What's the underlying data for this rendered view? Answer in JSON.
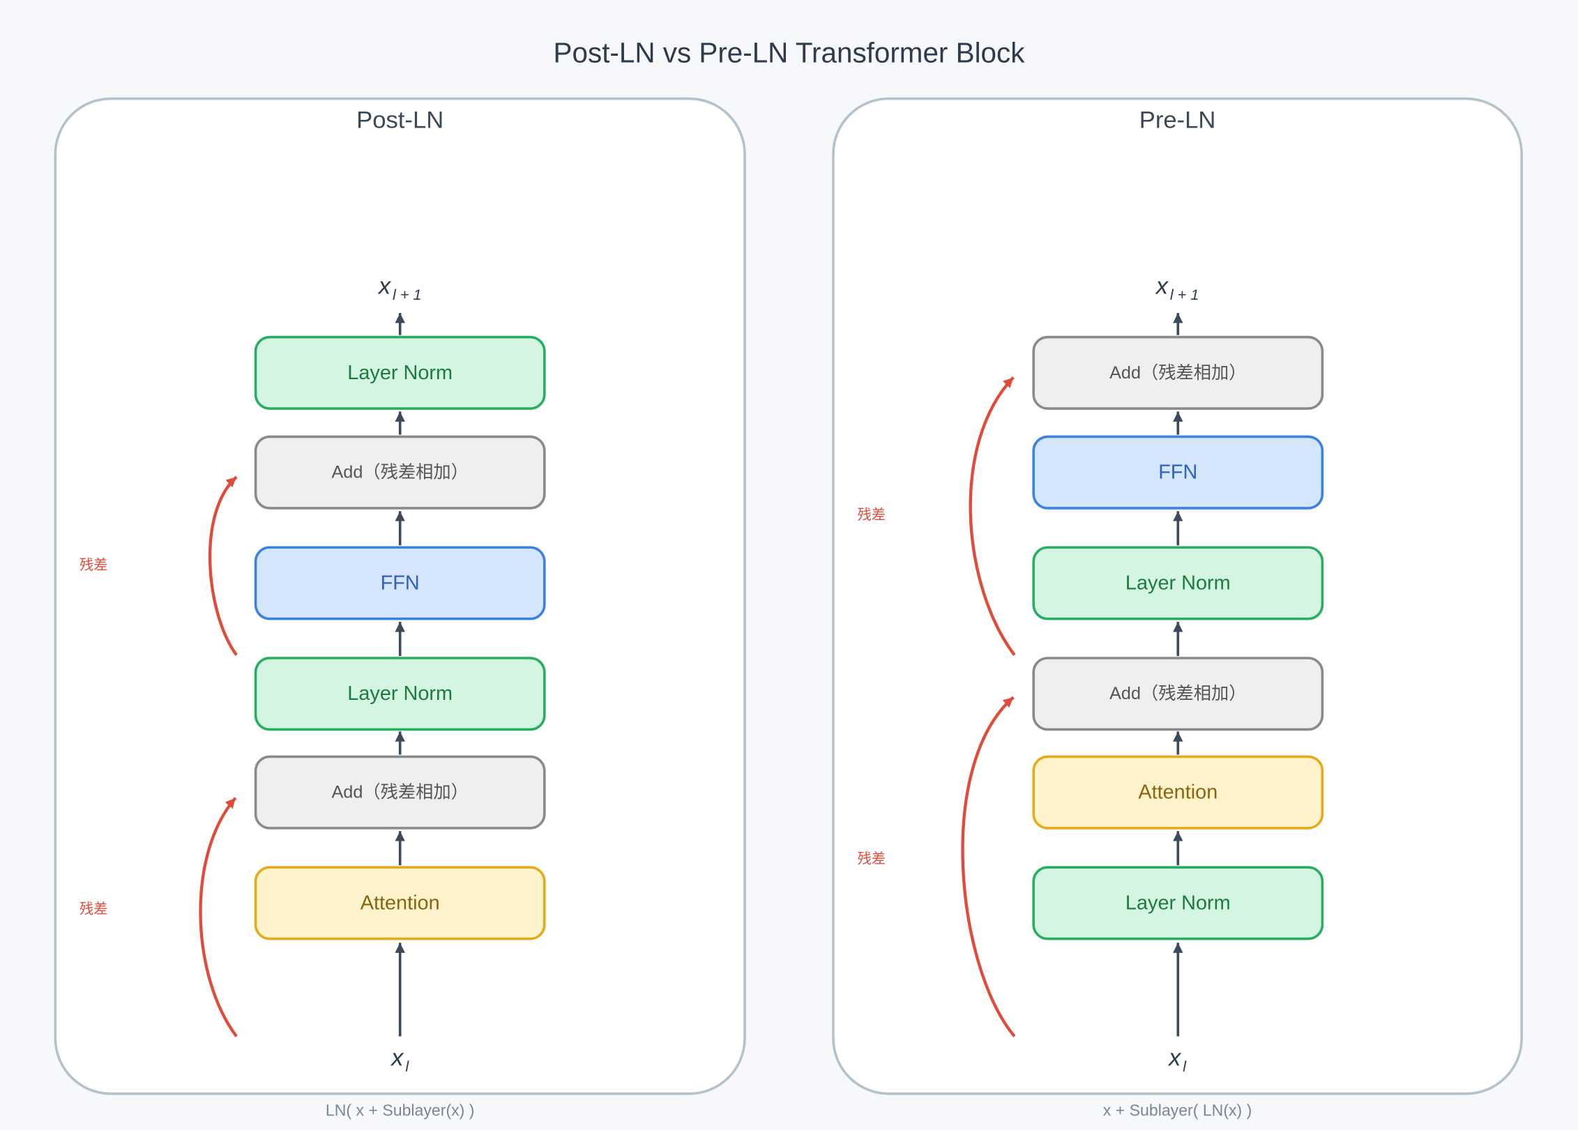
{
  "title": "Post-LN vs Pre-LN Transformer Block",
  "colors": {
    "background": "#f6f8fc",
    "panel_border": "#b4c2cc",
    "arrow": "#3d4a5c",
    "residual": "#e04b3a",
    "caption": "#7b8794",
    "norm": {
      "fill": "#d5f5e3",
      "stroke": "#27ae60",
      "text": "#1e7b3e"
    },
    "add": {
      "fill": "#efefef",
      "stroke": "#8a8a8a",
      "text": "#555555"
    },
    "ffn": {
      "fill": "#d5e5fb",
      "stroke": "#3b82e6",
      "text": "#2d62c0"
    },
    "attention": {
      "fill": "#fff3cc",
      "stroke": "#e6ab1a",
      "text": "#8a6410"
    }
  },
  "panels": [
    {
      "title": "Post-LN",
      "output": {
        "base": "x",
        "sub": "l + 1"
      },
      "input": {
        "base": "x",
        "sub": "l"
      },
      "blocks": [
        {
          "label": "Layer Norm"
        },
        {
          "label": "Add（残差相加）"
        },
        {
          "label": "FFN"
        },
        {
          "label": "Layer Norm"
        },
        {
          "label": "Add（残差相加）"
        },
        {
          "label": "Attention"
        }
      ],
      "residual_label": "残差",
      "formula": "LN( x + Sublayer(x) )"
    },
    {
      "title": "Pre-LN",
      "output": {
        "base": "x",
        "sub": "l + 1"
      },
      "input": {
        "base": "x",
        "sub": "l"
      },
      "blocks": [
        {
          "label": "Add（残差相加）"
        },
        {
          "label": "FFN"
        },
        {
          "label": "Layer Norm"
        },
        {
          "label": "Add（残差相加）"
        },
        {
          "label": "Attention"
        },
        {
          "label": "Layer Norm"
        }
      ],
      "residual_label": "残差",
      "formula": "x + Sublayer( LN(x) )"
    }
  ]
}
